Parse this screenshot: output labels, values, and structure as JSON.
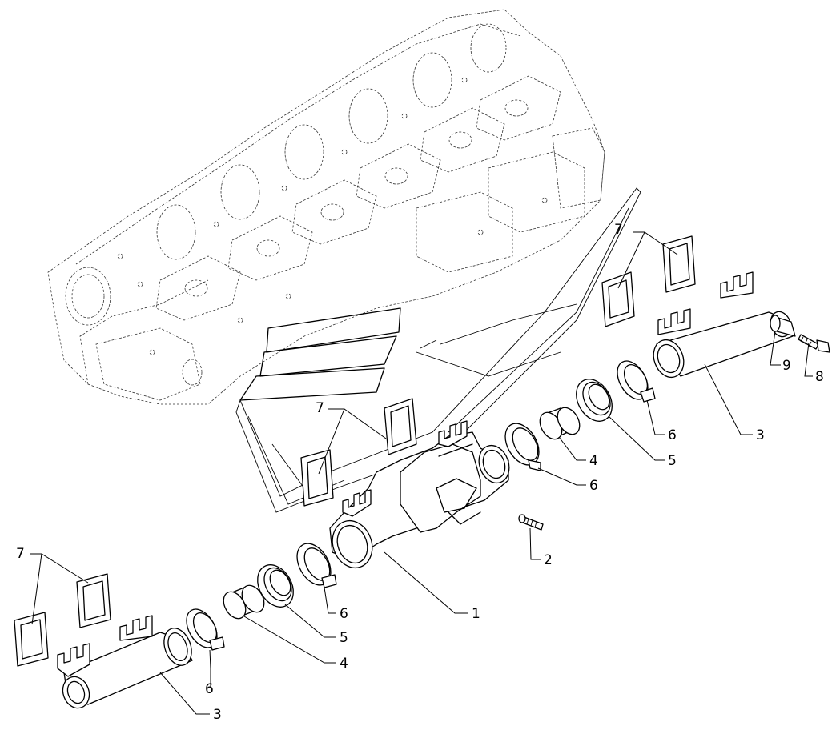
{
  "callouts": {
    "c1": "1",
    "c2": "2",
    "c3_left": "3",
    "c3_right": "3",
    "c4_left": "4",
    "c4_right": "4",
    "c5_left": "5",
    "c5_right": "5",
    "c6_left_bottom": "6",
    "c6_left_mid": "6",
    "c6_center": "6",
    "c6_right": "6",
    "c7_left": "7",
    "c7_center": "7",
    "c7_right": "7",
    "c8": "8",
    "c9": "9"
  }
}
